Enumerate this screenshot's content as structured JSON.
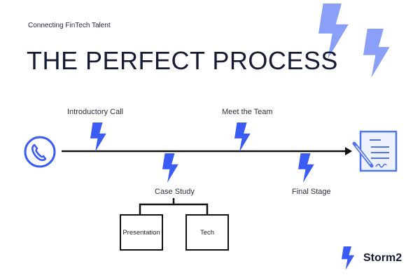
{
  "header": {
    "tagline": "Connecting FinTech Talent",
    "title": "THE PERFECT PROCESS"
  },
  "process": {
    "steps": [
      {
        "label": "Introductory Call"
      },
      {
        "label": "Meet the Team"
      },
      {
        "label": "Case Study"
      },
      {
        "label": "Final Stage"
      }
    ],
    "case_study_branches": [
      {
        "label": "Presentation"
      },
      {
        "label": "Tech"
      }
    ]
  },
  "icons": {
    "start": "phone-icon",
    "end": "signed-contract-icon",
    "step_marker": "lightning-bolt-icon",
    "decoration": "large-lightning-bolt-icon"
  },
  "brand": {
    "name": "Storm2"
  },
  "colors": {
    "accent_blue": "#3b5bf5",
    "light_blue": "#8aa0f8",
    "contract_blue": "#4f74ee",
    "text_dark": "#161b33",
    "line": "#111111"
  }
}
